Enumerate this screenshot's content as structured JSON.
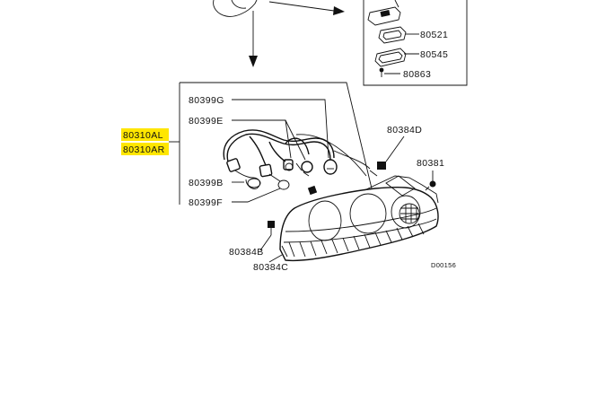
{
  "diagram": {
    "part_labels": {
      "p80399G": "80399G",
      "p80399E": "80399E",
      "p80310AL": "80310AL",
      "p80310AR": "80310AR",
      "p80399B": "80399B",
      "p80399F": "80399F",
      "p80384D": "80384D",
      "p80381": "80381",
      "p80384B": "80384B",
      "p80384C": "80384C",
      "p80521": "80521",
      "p80545": "80545",
      "p80863": "80863"
    },
    "drawing_code": "D00156",
    "highlight_color": "#ffe600"
  }
}
